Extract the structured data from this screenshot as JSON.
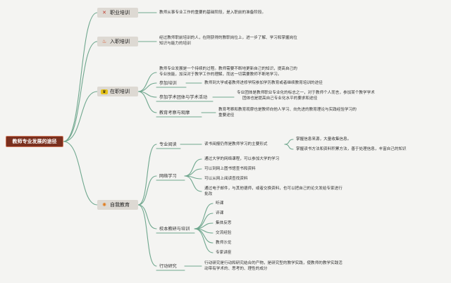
{
  "root": {
    "label": "教师专业发展的途径"
  },
  "branches": {
    "vocational": {
      "label": "职业培训",
      "icon": "wrench-icon",
      "desc": "教师从事专业工作的重要的基础阶段，是入职前的准备阶段。"
    },
    "induction": {
      "label": "入职培训",
      "icon": "flame-icon",
      "desc1": "经过教师职前培训的人，在刚获得的教职岗位上，进一步了解、学习和掌握岗位",
      "desc2": "知识与能力的培训"
    },
    "inservice": {
      "label": "在职培训",
      "icon": "trophy-icon",
      "desc1": "教师专业发展是一个持续的过程。教师需要不断地更新自己的知识，提高自己的",
      "desc2": "专业技能，加深对于教学工作的理解，而这一切需要教师不断地学习。",
      "items": [
        {
          "label": "参加培训",
          "desc1": "教师到大学或者教师进修学院参加学历教育或者继续教育培训的途径",
          "desc2": ""
        },
        {
          "label": "参加学术团体与学术活动",
          "desc1": "专业团体是教师职业专业化的标志之一，对于教师个人而言，参加某个教学学术",
          "desc2": "团体也是提高自己专业化水平的要求和途径"
        },
        {
          "label": "教育考察与观摩",
          "desc1": "教育考察和教育观摩也是教师向他人学习、向先进的教育理论与实践经验学习的",
          "desc2": "重要途径"
        }
      ]
    },
    "self": {
      "label": "自我教育",
      "icon": "spiral-icon",
      "reading": {
        "label": "专业阅读",
        "mid": "读书阅报仍然是教师学习的主要形式",
        "leaf1": "掌握信息来源，大量收集信息。",
        "leaf2": "掌握读书方法和资料积累方法，善于处理信息，丰富自己的知识"
      },
      "online": {
        "label": "网络学习",
        "items": [
          "通过大学的网络课程，可以参加大学的学习",
          "可以到网上图书馆查书和资料",
          "可以从网上阅读查找资料"
        ],
        "last1": "通过电子邮件，与其他德师，或者交换资料，也可以把自己的论文发给专家进行",
        "last2": "批改"
      },
      "school": {
        "label": "校本教研与培训",
        "items": [
          "听课",
          "评课",
          "集体反思",
          "交流经验",
          "教师沙龙",
          "专家讲座"
        ]
      },
      "action": {
        "label": "行动研究",
        "desc1": "行动研究是行动和研究结合的产物，是研究型的教学实践，使教师的教学实践活",
        "desc2": "动带有学术的、思考的、理性的成分"
      }
    }
  },
  "colors": {
    "line": "#6fa78e",
    "root_bg": "#7a2f1e",
    "node_bg": "#ddd9d3"
  }
}
